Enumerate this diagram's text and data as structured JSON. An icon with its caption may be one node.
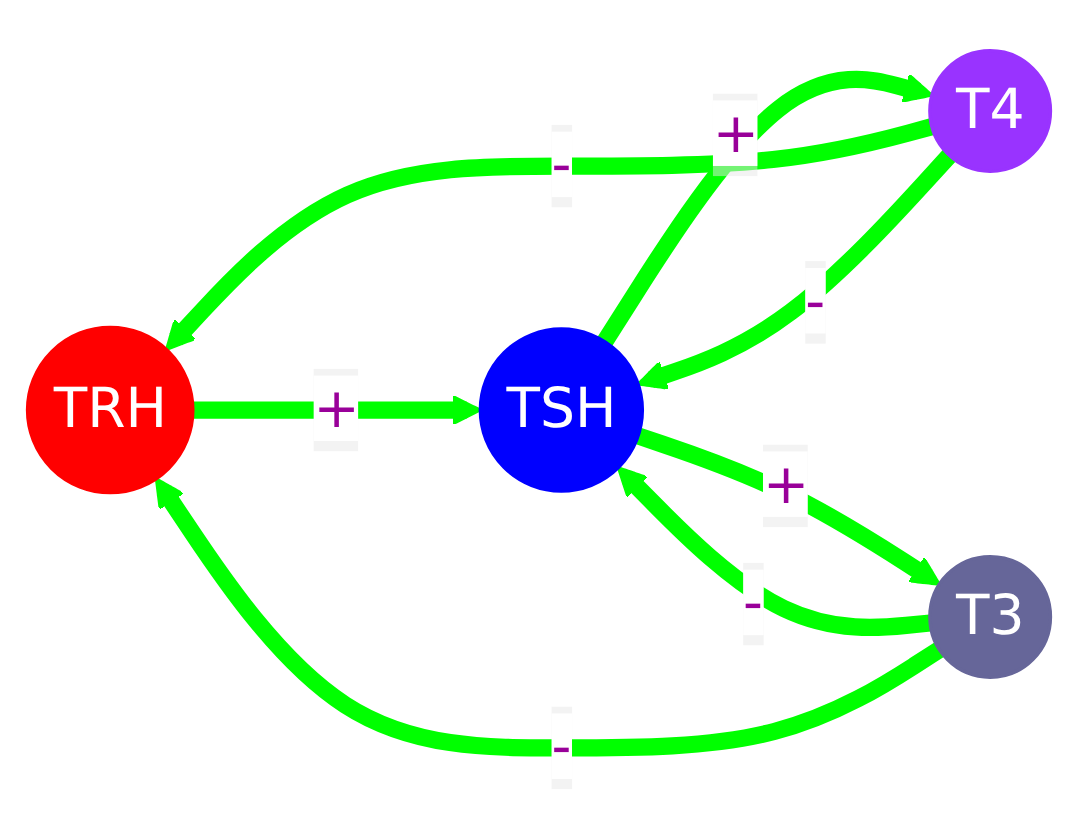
{
  "diagram": {
    "nodes": [
      {
        "text": [
          "TRH"
        ]
      },
      {
        "text": [
          "TSH"
        ]
      },
      {
        "text": [
          "T4"
        ]
      },
      {
        "text": [
          "T3"
        ]
      }
    ],
    "edges": [
      {
        "from": 2,
        "to": 0,
        "arrow": "to",
        "label": "-"
      },
      {
        "from": 2,
        "to": 1,
        "arrow": "to",
        "label": "-"
      },
      {
        "from": 0,
        "to": 1,
        "arrow": "to",
        "label": "+"
      },
      {
        "from": 1,
        "to": 2,
        "arrow": "to",
        "label": "+"
      },
      {
        "from": 1,
        "to": 3,
        "arrow": "to",
        "label": "+"
      },
      {
        "from": 3,
        "to": 1,
        "arrow": "to",
        "label": "-"
      },
      {
        "from": 3,
        "to": 0,
        "arrow": "to",
        "label": "-"
      }
    ]
  }
}
